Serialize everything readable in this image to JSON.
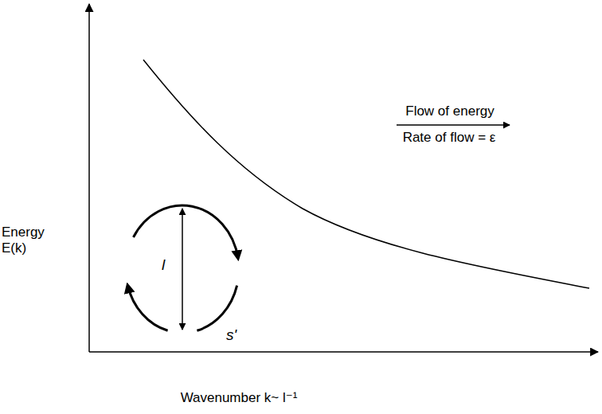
{
  "diagram": {
    "labels": [
      "Flow of energy",
      "Rate of flow = ε",
      "Energy E(k)",
      "l",
      "s'",
      "Wavenumber k~ l⁻¹"
    ]
  }
}
